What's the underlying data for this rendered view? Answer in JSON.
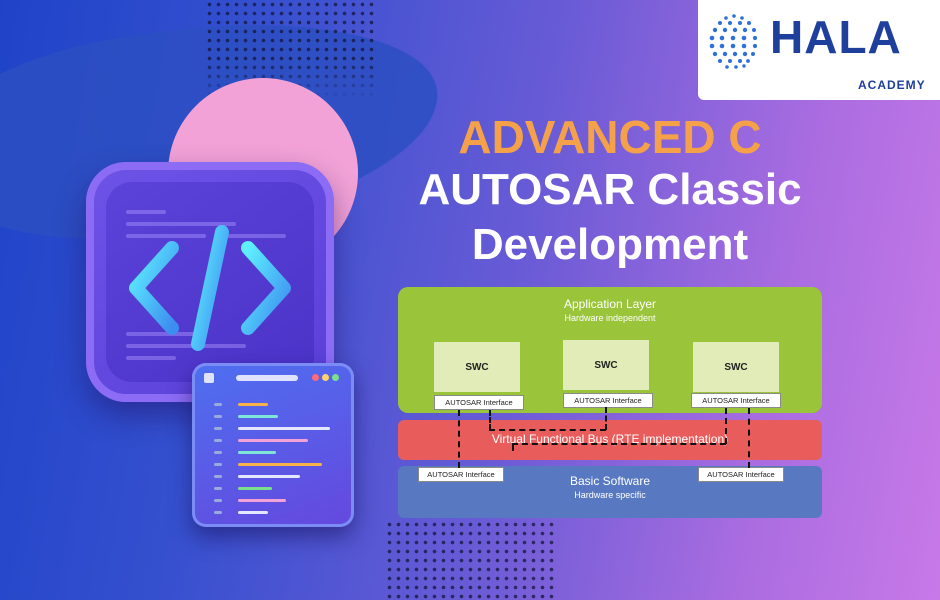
{
  "brand": {
    "name": "HALA",
    "sub": "ACADEMY"
  },
  "titles": {
    "line1": "ADVANCED C",
    "line2": "AUTOSAR Classic",
    "line3": "Development"
  },
  "icons": {
    "code": "code-brackets-icon",
    "editor": "code-editor-icon",
    "globe": "dotted-globe-icon"
  },
  "colors": {
    "accent": "#f5a14a",
    "app_layer": "#9ac43a",
    "vfb": "#e85d5c",
    "bsw": "#5878c2",
    "brand": "#1e3f9c"
  },
  "diagram": {
    "app_layer": {
      "title": "Application Layer",
      "subtitle": "Hardware independent"
    },
    "swcs": [
      {
        "label": "SWC",
        "interface": "AUTOSAR Interface"
      },
      {
        "label": "SWC",
        "interface": "AUTOSAR Interface"
      },
      {
        "label": "SWC",
        "interface": "AUTOSAR Interface"
      }
    ],
    "vfb": {
      "label": "Virtual Functional Bus (RTE implementation)"
    },
    "bsw": {
      "title": "Basic Software",
      "subtitle": "Hardware specific",
      "interfaces": [
        "AUTOSAR Interface",
        "AUTOSAR Interface"
      ]
    }
  }
}
